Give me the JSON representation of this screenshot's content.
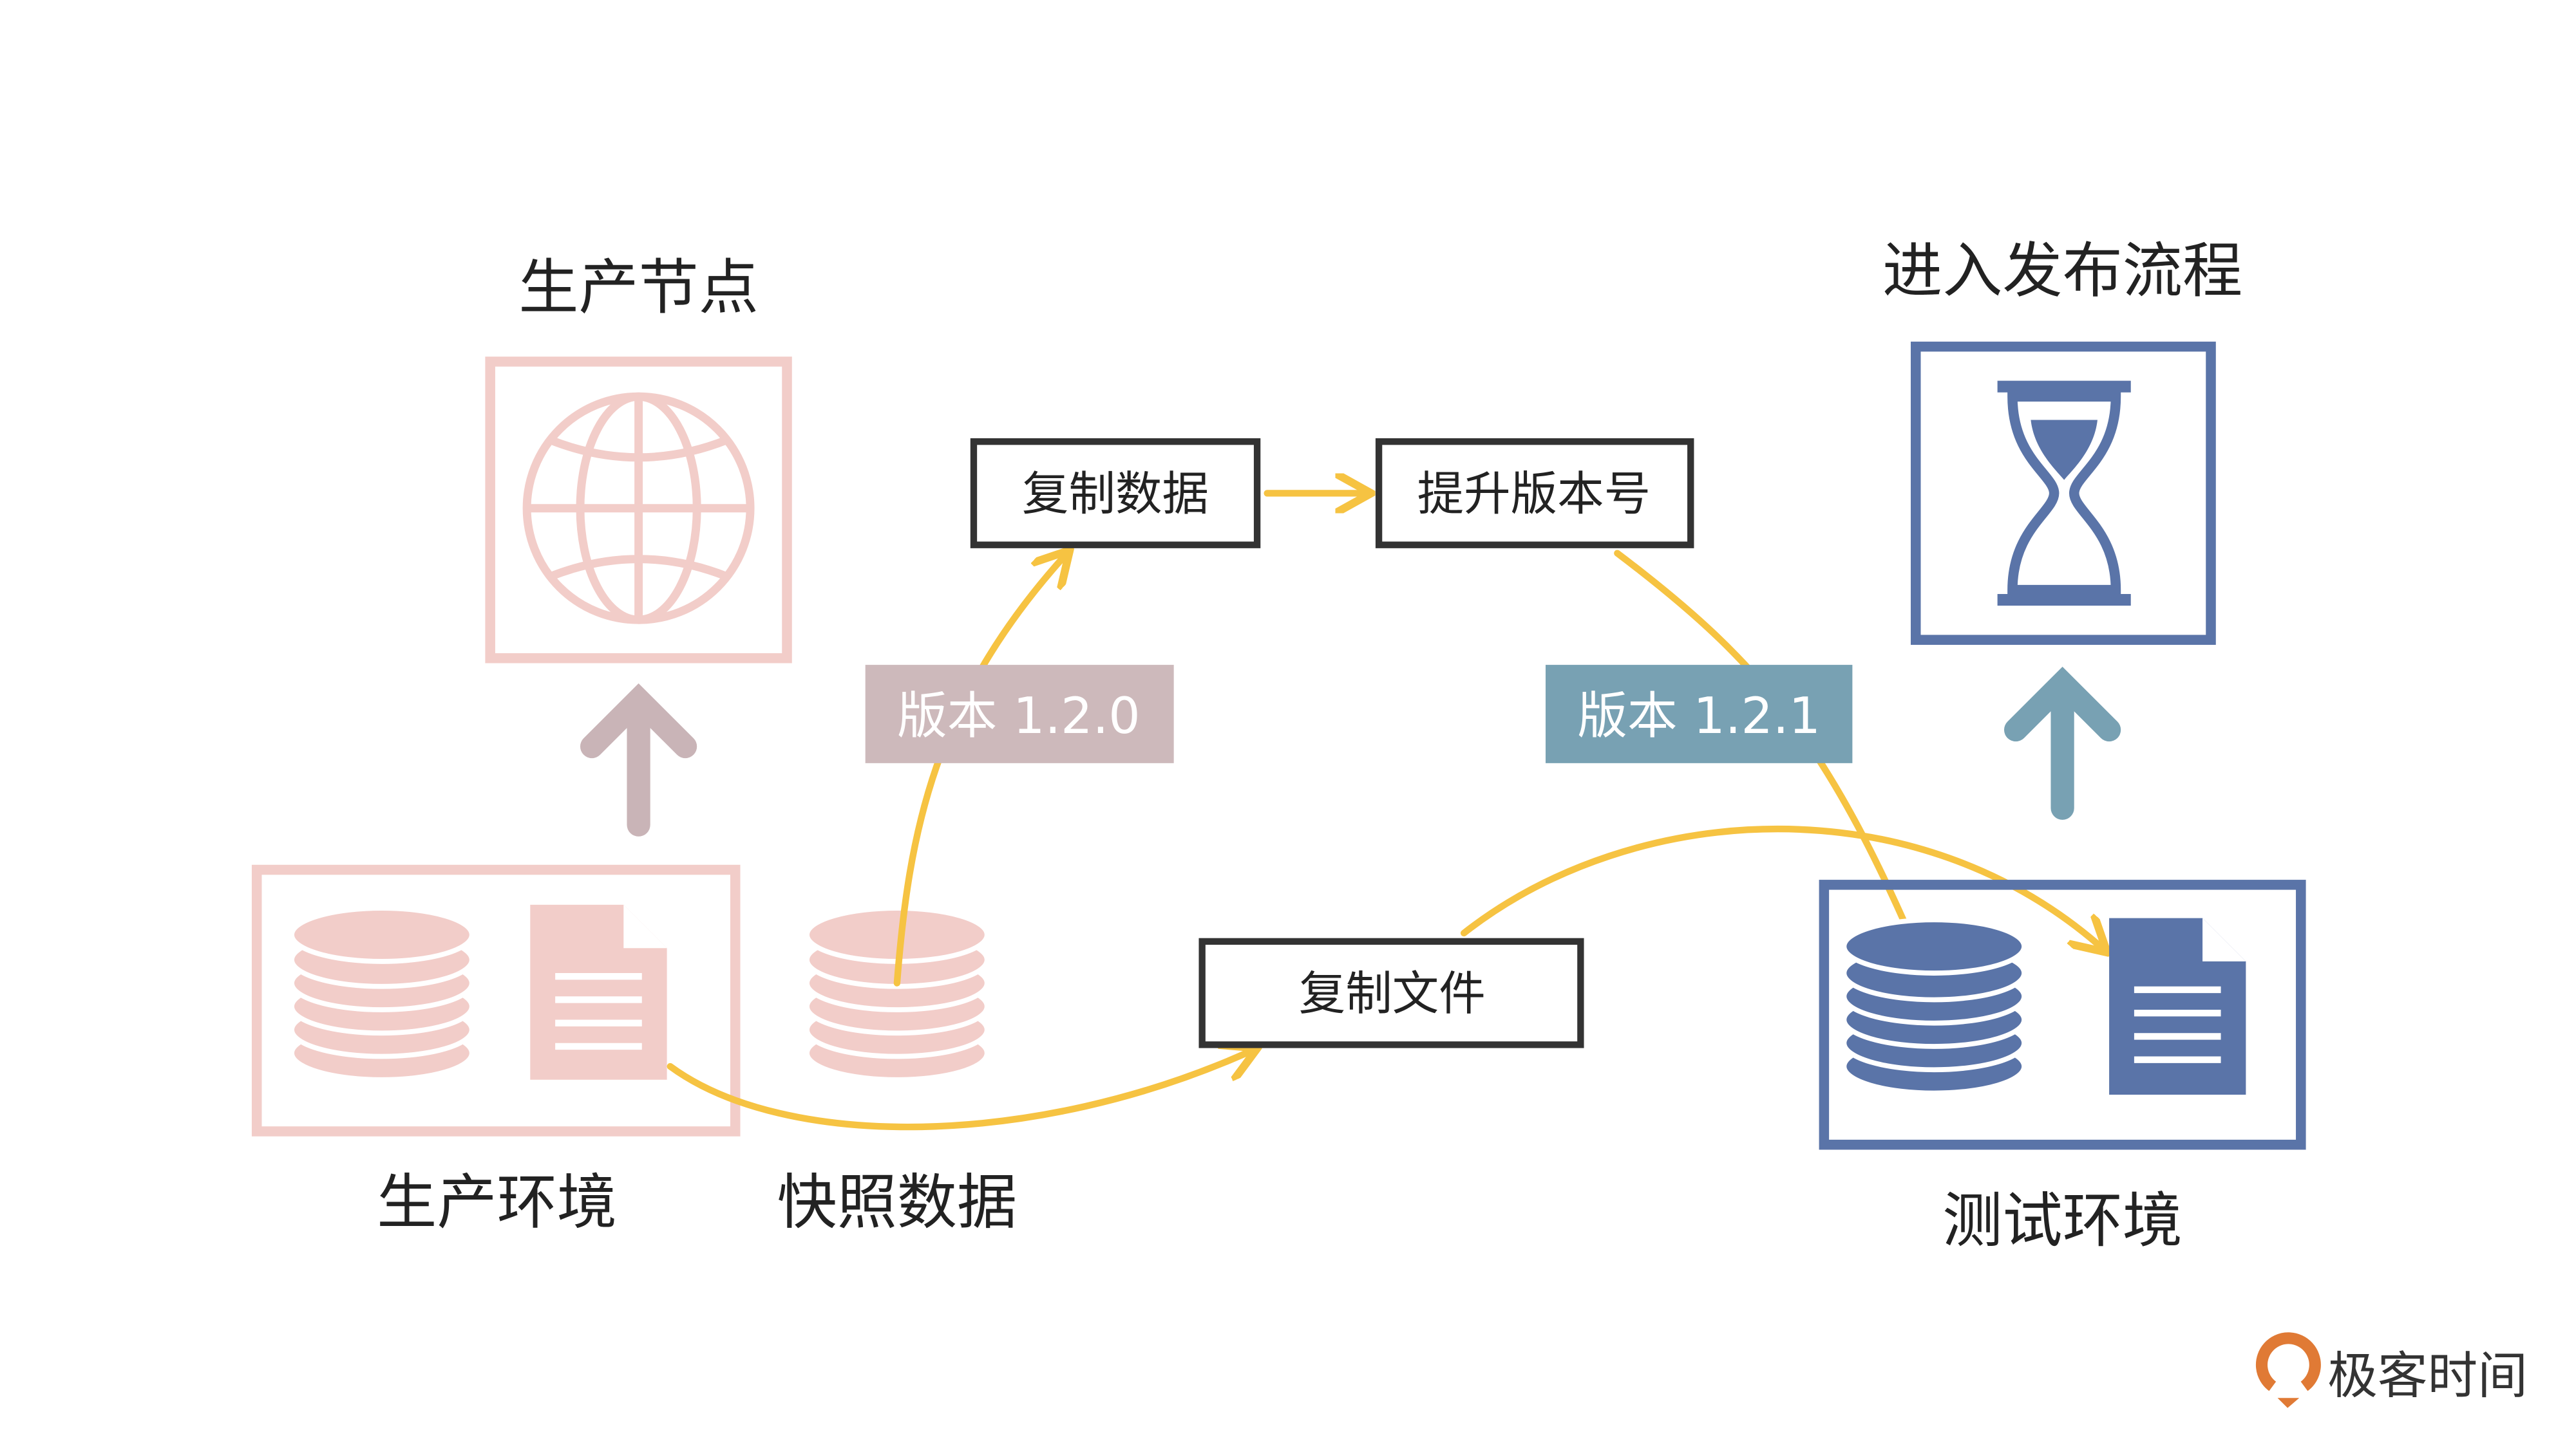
{
  "labels": {
    "prod_node_title": "生产节点",
    "release_title": "进入发布流程",
    "prod_env": "生产环境",
    "snapshot_data": "快照数据",
    "test_env": "测试环境"
  },
  "steps": {
    "copy_data": "复制数据",
    "bump_version": "提升版本号",
    "copy_files": "复制文件"
  },
  "versions": {
    "old": "版本 1.2.0",
    "new": "版本 1.2.1"
  },
  "logo": {
    "text": "极客时间"
  },
  "colors": {
    "prod": "#f2cdc9",
    "prod_arrow": "#c9b4b7",
    "test": "#5a74a8",
    "test_arrow": "#78a1b3",
    "version_old_bg": "#cdb9bb",
    "version_new_bg": "#78a1b3",
    "flow": "#f6c342",
    "logo": "#e07a35"
  }
}
